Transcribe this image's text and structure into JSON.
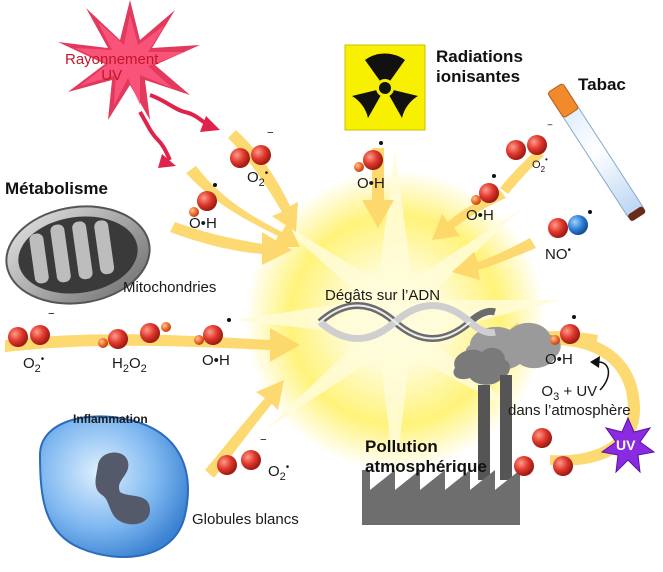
{
  "center_label": "Dégâts sur l’ADN",
  "sources": {
    "uv": {
      "line1": "Rayonnement",
      "line2": "UV"
    },
    "ionizing": {
      "line1": "Radiations",
      "line2": "ionisantes"
    },
    "tobacco": "Tabac",
    "metabolism": "Métabolisme",
    "mitochondria": "Mitochondries",
    "inflammation": "Inflammation",
    "white_cells": "Globules blancs",
    "pollution": {
      "line1": "Pollution",
      "line2": "atmosphérique"
    },
    "atmosphere": {
      "line1": "O",
      "sub": "3",
      "rest": " + UV",
      "line2": "dans l’atmosphère"
    },
    "uv_star": "UV"
  },
  "species": {
    "superoxide": {
      "main": "O",
      "sub": "2",
      "sup": "•"
    },
    "hydroxyl": {
      "a": "O",
      "dot": "•",
      "b": "H"
    },
    "peroxide": {
      "a": "H",
      "sub1": "2",
      "b": "O",
      "sub2": "2"
    },
    "nitric": {
      "main": "NO",
      "sup": "•"
    }
  },
  "colors": {
    "arrow": "#fdd76a",
    "oxygen": "#d8332a",
    "hydrogen": "#f26b2a",
    "nitrogen": "#2a7fd6",
    "uv_red": "#c2162b",
    "uv_star": "#8a2be2",
    "radiation_bg": "#f7f000",
    "cell": "#5aa0e6"
  }
}
